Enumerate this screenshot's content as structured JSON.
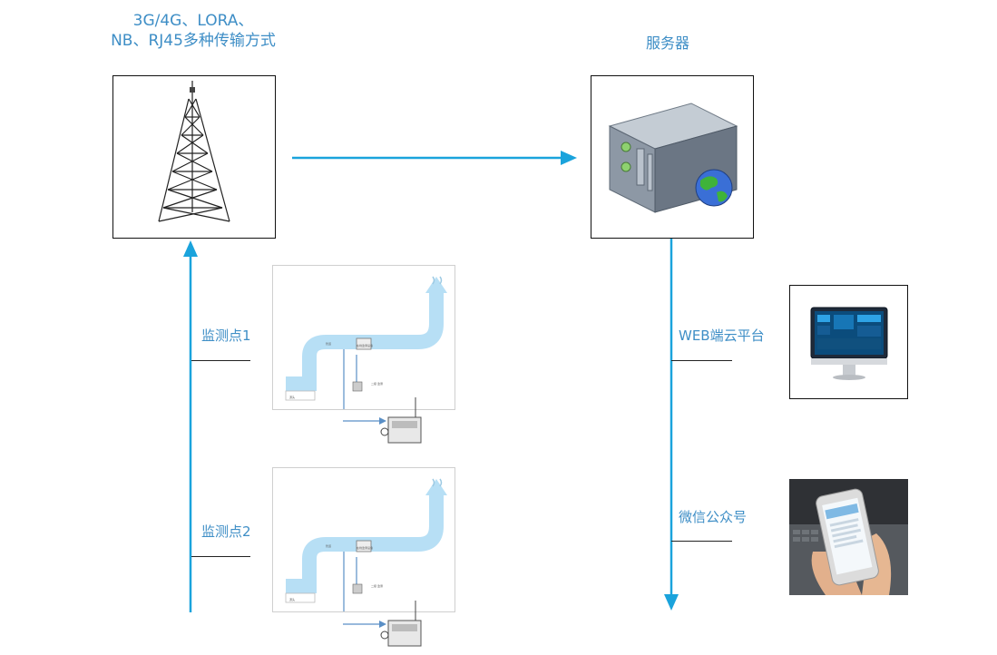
{
  "transmission": {
    "line1": "3G/4G、LORA、",
    "line2": "NB、RJ45多种传输方式"
  },
  "server": {
    "label": "服务器"
  },
  "sites": [
    {
      "label": "监测点1",
      "pipe_label": "管道",
      "device_label": "在线监测设备",
      "note": "二级 监测",
      "source_label": "源头"
    },
    {
      "label": "监测点2",
      "pipe_label": "管道",
      "device_label": "在线监测设备",
      "note": "二级 监测",
      "source_label": "源头"
    }
  ],
  "outputs": [
    {
      "label": "WEB端云平台"
    },
    {
      "label": "微信公众号"
    }
  ],
  "colors": {
    "arrow": "#1aa3dc",
    "label": "#3e8ec6",
    "pipe": "#b7dff5"
  },
  "icons": [
    "tower-icon",
    "server-icon",
    "globe-icon",
    "monitor-icon",
    "phone-icon"
  ]
}
